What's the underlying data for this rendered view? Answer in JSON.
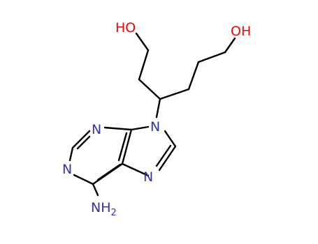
{
  "molecule": {
    "colors": {
      "oxygen": "#ff0000",
      "nitrogen": "#3333aa",
      "bond": "#000000",
      "background": "#ffffff"
    },
    "labels": {
      "hydroxyl_1": "HO",
      "hydroxyl_2": "OH",
      "n9": "N",
      "n3": "N",
      "n1": "N",
      "n7": "N",
      "amine_main": "NH",
      "amine_sub": "2"
    }
  }
}
